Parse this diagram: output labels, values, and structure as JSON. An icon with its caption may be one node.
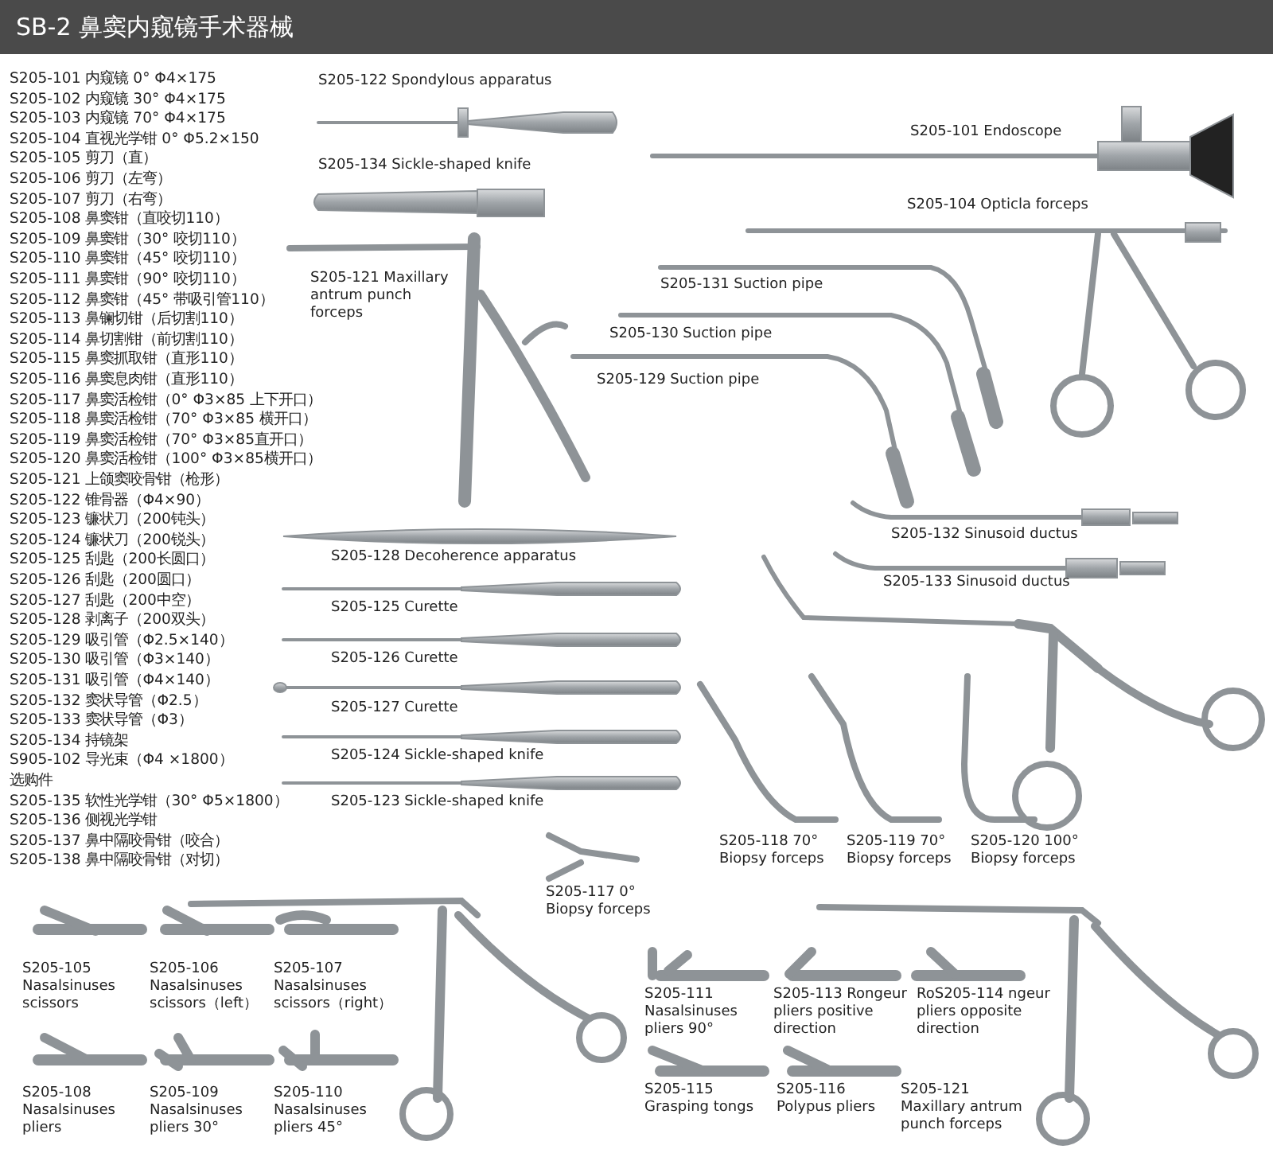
{
  "diagram": {
    "title": "SB-2 鼻窦内窥镜手术器械",
    "labels": [
      "S205-101 内窥镜 0° Φ4×175",
      "S205-102 内窥镜 30° Φ4×175",
      "S205-103 内窥镜 70° Φ4×175",
      "S205-104 直视光学钳 0° Φ5.2×150",
      "S205-105 剪刀（直）",
      "S205-106 剪刀（左弯）",
      "S205-107 剪刀（右弯）",
      "S205-108 鼻窦钳（直咬切110）",
      "S205-109 鼻窦钳（30° 咬切110）",
      "S205-110 鼻窦钳（45° 咬切110）",
      "S205-111 鼻窦钳（90° 咬切110）",
      "S205-112 鼻窦钳（45° 带吸引管110）",
      "S205-113 鼻镧切钳（后切割110）",
      "S205-114 鼻切割钳（前切割110）",
      "S205-115 鼻窦抓取钳（直形110）",
      "S205-116 鼻窦息肉钳（直形110）",
      "S205-117 鼻窦活检钳（0° Φ3×85 上下开口）",
      "S205-118 鼻窦活检钳（70° Φ3×85 横开口）",
      "S205-119 鼻窦活检钳（70° Φ3×85直开口）",
      "S205-120 鼻窦活检钳（100° Φ3×85横开口）",
      "S205-121 上颌窦咬骨钳（枪形）",
      "S205-122 锥骨器（Φ4×90）",
      "S205-123 镰状刀（200钝头）",
      "S205-124 镰状刀（200锐头）",
      "S205-125 刮匙（200长圆口）",
      "S205-126 刮匙（200圆口）",
      "S205-127 刮匙（200中空）",
      "S205-128 剥离子（200双头）",
      "S205-129 吸引管（Φ2.5×140）",
      "S205-130 吸引管（Φ3×140）",
      "S205-131 吸引管（Φ4×140）",
      "S205-132 窦状导管（Φ2.5）",
      "S205-133 窦状导管（Φ3）",
      "S205-134 持镜架",
      "S905-102 导光束（Φ4 ×1800）",
      "选购件",
      "S205-135 软性光学钳（30° Φ5×1800）",
      "S205-136 侧视光学钳",
      "S205-137 鼻中隔咬骨钳（咬合）",
      "S205-138 鼻中隔咬骨钳（对切）",
      "S205-122 Spondylous apparatus",
      "S205-134 Sickle-shaped knife",
      "S205-101 Endoscope",
      "S205-104 Opticla forceps",
      "S205-121 Maxillary antrum punch forceps",
      "S205-131 Suction pipe",
      "S205-130 Suction pipe",
      "S205-129 Suction pipe",
      "S205-132 Sinusoid ductus",
      "S205-128 Decoherence apparatus",
      "S205-133 Sinusoid ductus",
      "S205-125 Curette",
      "S205-126 Curette",
      "S205-127 Curette",
      "S205-124 Sickle-shaped knife",
      "S205-123 Sickle-shaped knife",
      "S205-118 70° Biopsy forceps",
      "S205-119 70° Biopsy forceps",
      "S205-120 100° Biopsy forceps",
      "S205-117 0° Biopsy forceps",
      "S205-105 Nasalsinuses scissors",
      "S205-106 Nasalsinuses scissors（left）",
      "S205-107 Nasalsinuses scissors（right）",
      "S205-111 Nasalsinuses pliers 90°",
      "S205-113 Rongeur pliers positive direction",
      "RoS205-114 ngeur pliers opposite direction",
      "S205-108 Nasalsinuses pliers",
      "S205-109 Nasalsinuses pliers 30°",
      "S205-110 Nasalsinuses pliers 45°",
      "S205-115 Grasping tongs",
      "S205-116 Polypus pliers",
      "S205-121 Maxillary antrum punch forceps"
    ]
  }
}
